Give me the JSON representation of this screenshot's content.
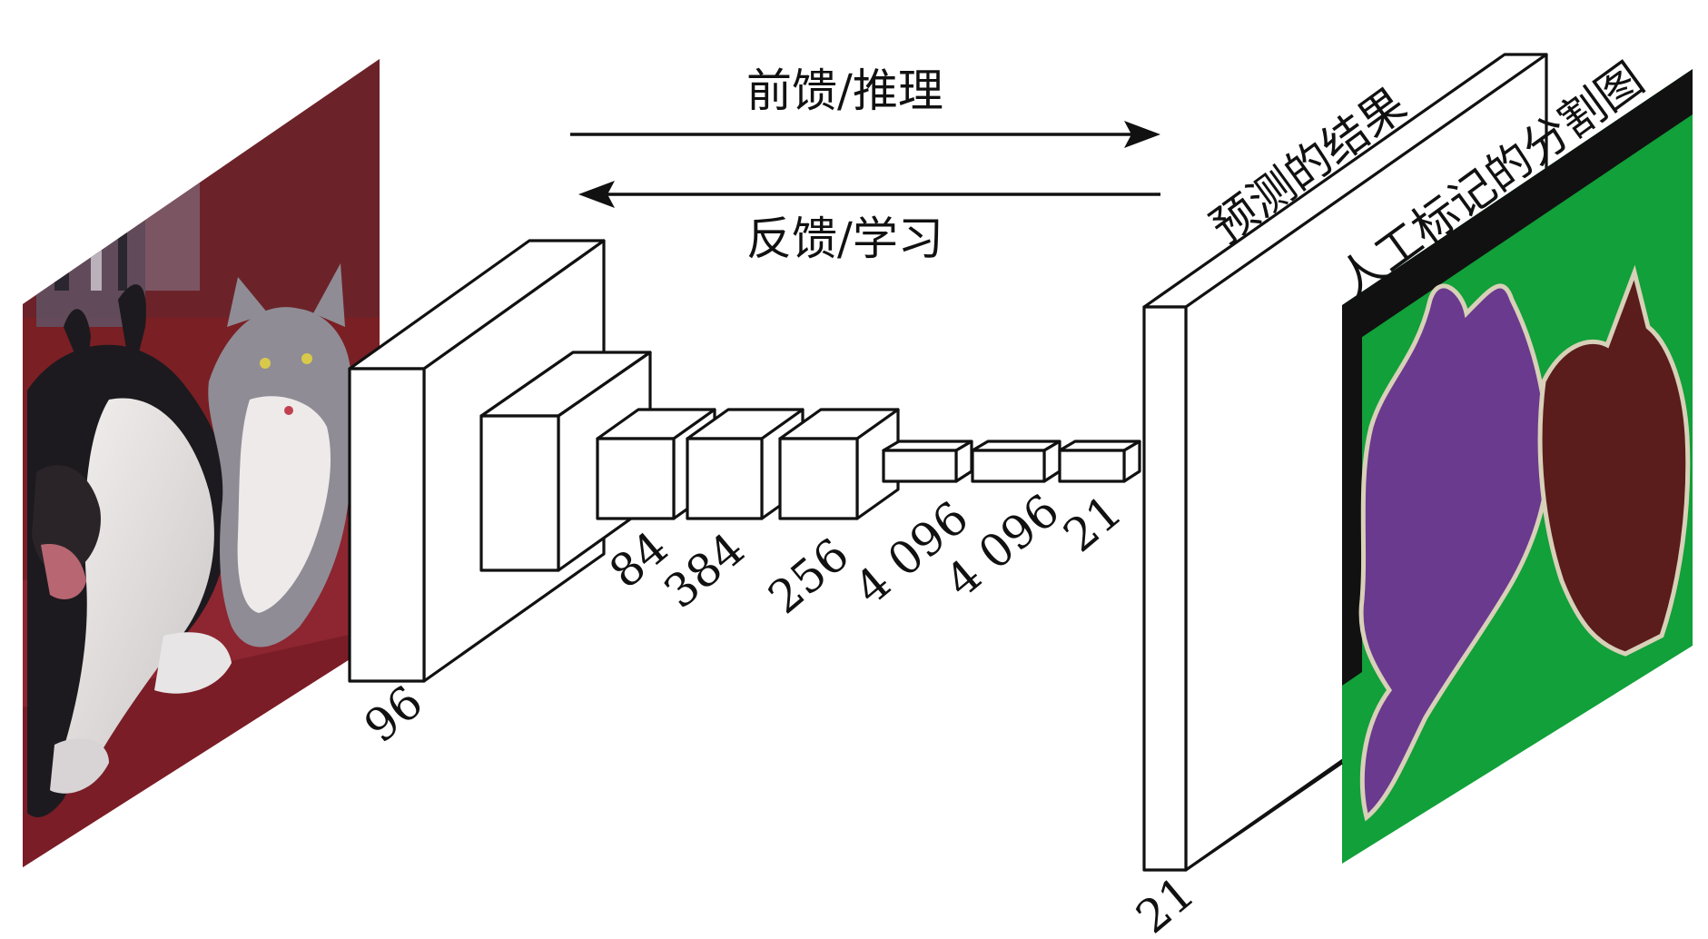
{
  "arrows": {
    "forward_label": "前馈/推理",
    "backward_label": "反馈/学习"
  },
  "input_image": {
    "description_icon": "photo-dog-and-cat-icon"
  },
  "layers": [
    {
      "label": "96"
    },
    {
      "label": "84"
    },
    {
      "label": "384"
    },
    {
      "label": "256"
    },
    {
      "label": "4 096"
    },
    {
      "label": "4 096"
    },
    {
      "label": "21"
    }
  ],
  "output": {
    "label": "21",
    "prediction_label": "预测的结果",
    "groundtruth_label": "人工标记的分割图"
  },
  "colors": {
    "stroke": "#111111",
    "photo_background": "#7a1f24",
    "seg_background": "#11a039",
    "seg_dog": "#6a3a8e",
    "seg_cat": "#5a1d1b",
    "seg_border": "#111111",
    "seg_edge": "#d8d0b8"
  }
}
